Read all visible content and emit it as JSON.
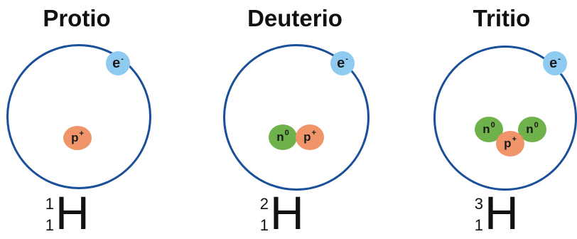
{
  "isotopes": [
    {
      "name": "Protio",
      "electron": {
        "symbol": "e",
        "charge": "-"
      },
      "nucleus": [
        {
          "type": "proton",
          "symbol": "p",
          "charge": "+"
        }
      ],
      "notation": {
        "symbol": "H",
        "mass_number": "1",
        "atomic_number": "1"
      }
    },
    {
      "name": "Deuterio",
      "electron": {
        "symbol": "e",
        "charge": "-"
      },
      "nucleus": [
        {
          "type": "neutron",
          "symbol": "n",
          "charge": "0"
        },
        {
          "type": "proton",
          "symbol": "p",
          "charge": "+"
        }
      ],
      "notation": {
        "symbol": "H",
        "mass_number": "2",
        "atomic_number": "1"
      }
    },
    {
      "name": "Tritio",
      "electron": {
        "symbol": "e",
        "charge": "-"
      },
      "nucleus": [
        {
          "type": "neutron",
          "symbol": "n",
          "charge": "0"
        },
        {
          "type": "neutron",
          "symbol": "n",
          "charge": "0"
        },
        {
          "type": "proton",
          "symbol": "p",
          "charge": "+"
        }
      ],
      "notation": {
        "symbol": "H",
        "mass_number": "3",
        "atomic_number": "1"
      }
    }
  ],
  "colors": {
    "orbit": "#1a4f9a",
    "proton": "#f0956a",
    "neutron": "#6fb24b",
    "electron": "#8fcaf0",
    "text": "#111111"
  }
}
